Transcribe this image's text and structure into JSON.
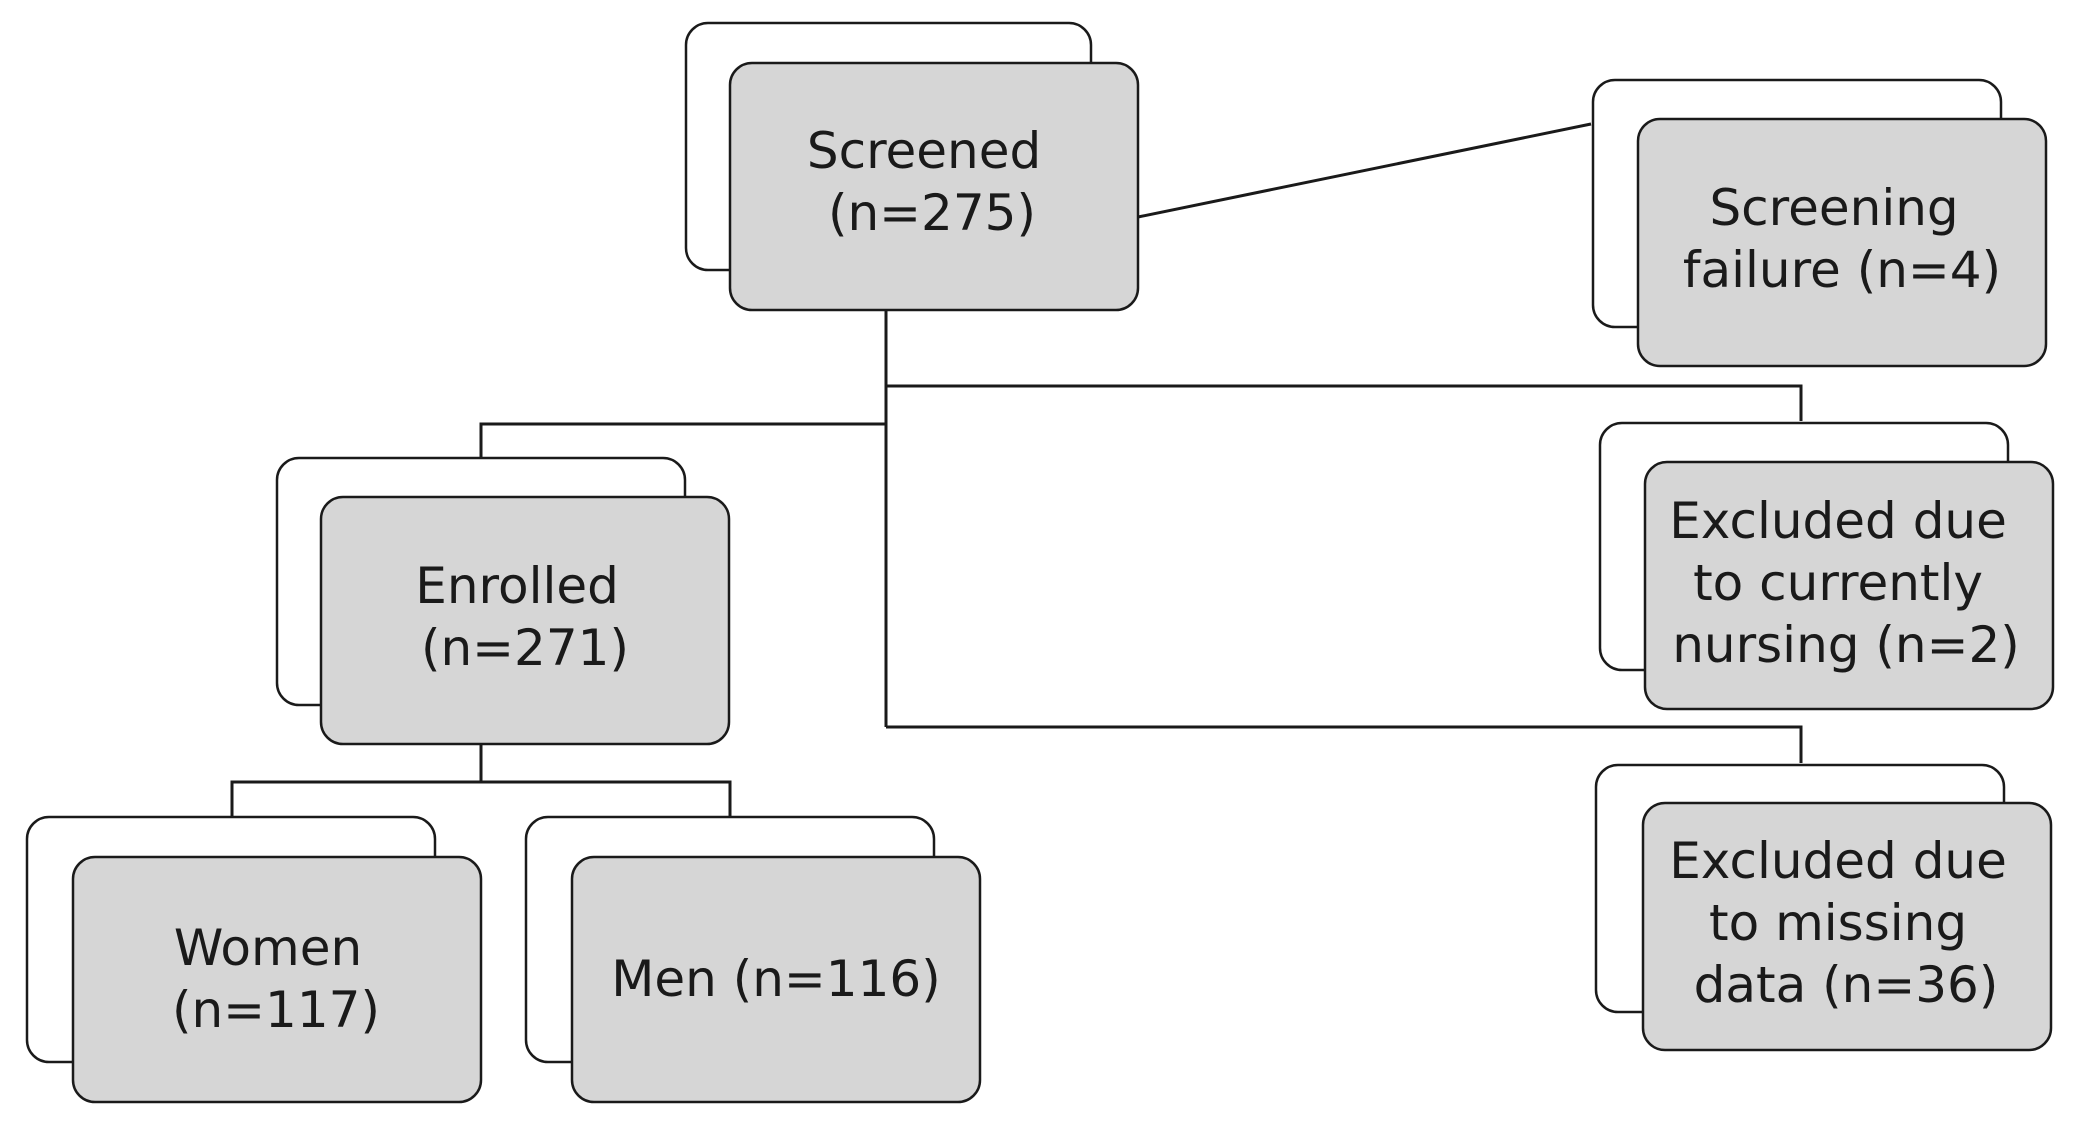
{
  "nodes": {
    "screened": {
      "lines": [
        "Screened",
        "(n=275)"
      ]
    },
    "screening_failure": {
      "lines": [
        "Screening",
        "failure (n=4)"
      ]
    },
    "excluded_nursing": {
      "lines": [
        "Excluded due",
        "to currently",
        "nursing (n=2)"
      ]
    },
    "excluded_missing": {
      "lines": [
        "Excluded due",
        "to missing",
        "data (n=36)"
      ]
    },
    "enrolled": {
      "lines": [
        "Enrolled",
        "(n=271)"
      ]
    },
    "women": {
      "lines": [
        "Women",
        "(n=117)"
      ]
    },
    "men": {
      "lines": [
        "Men (n=116)"
      ]
    }
  },
  "colors": {
    "box_fill": "#d6d6d6",
    "outline_fill": "#ffffff",
    "stroke": "#1a1a1a"
  }
}
